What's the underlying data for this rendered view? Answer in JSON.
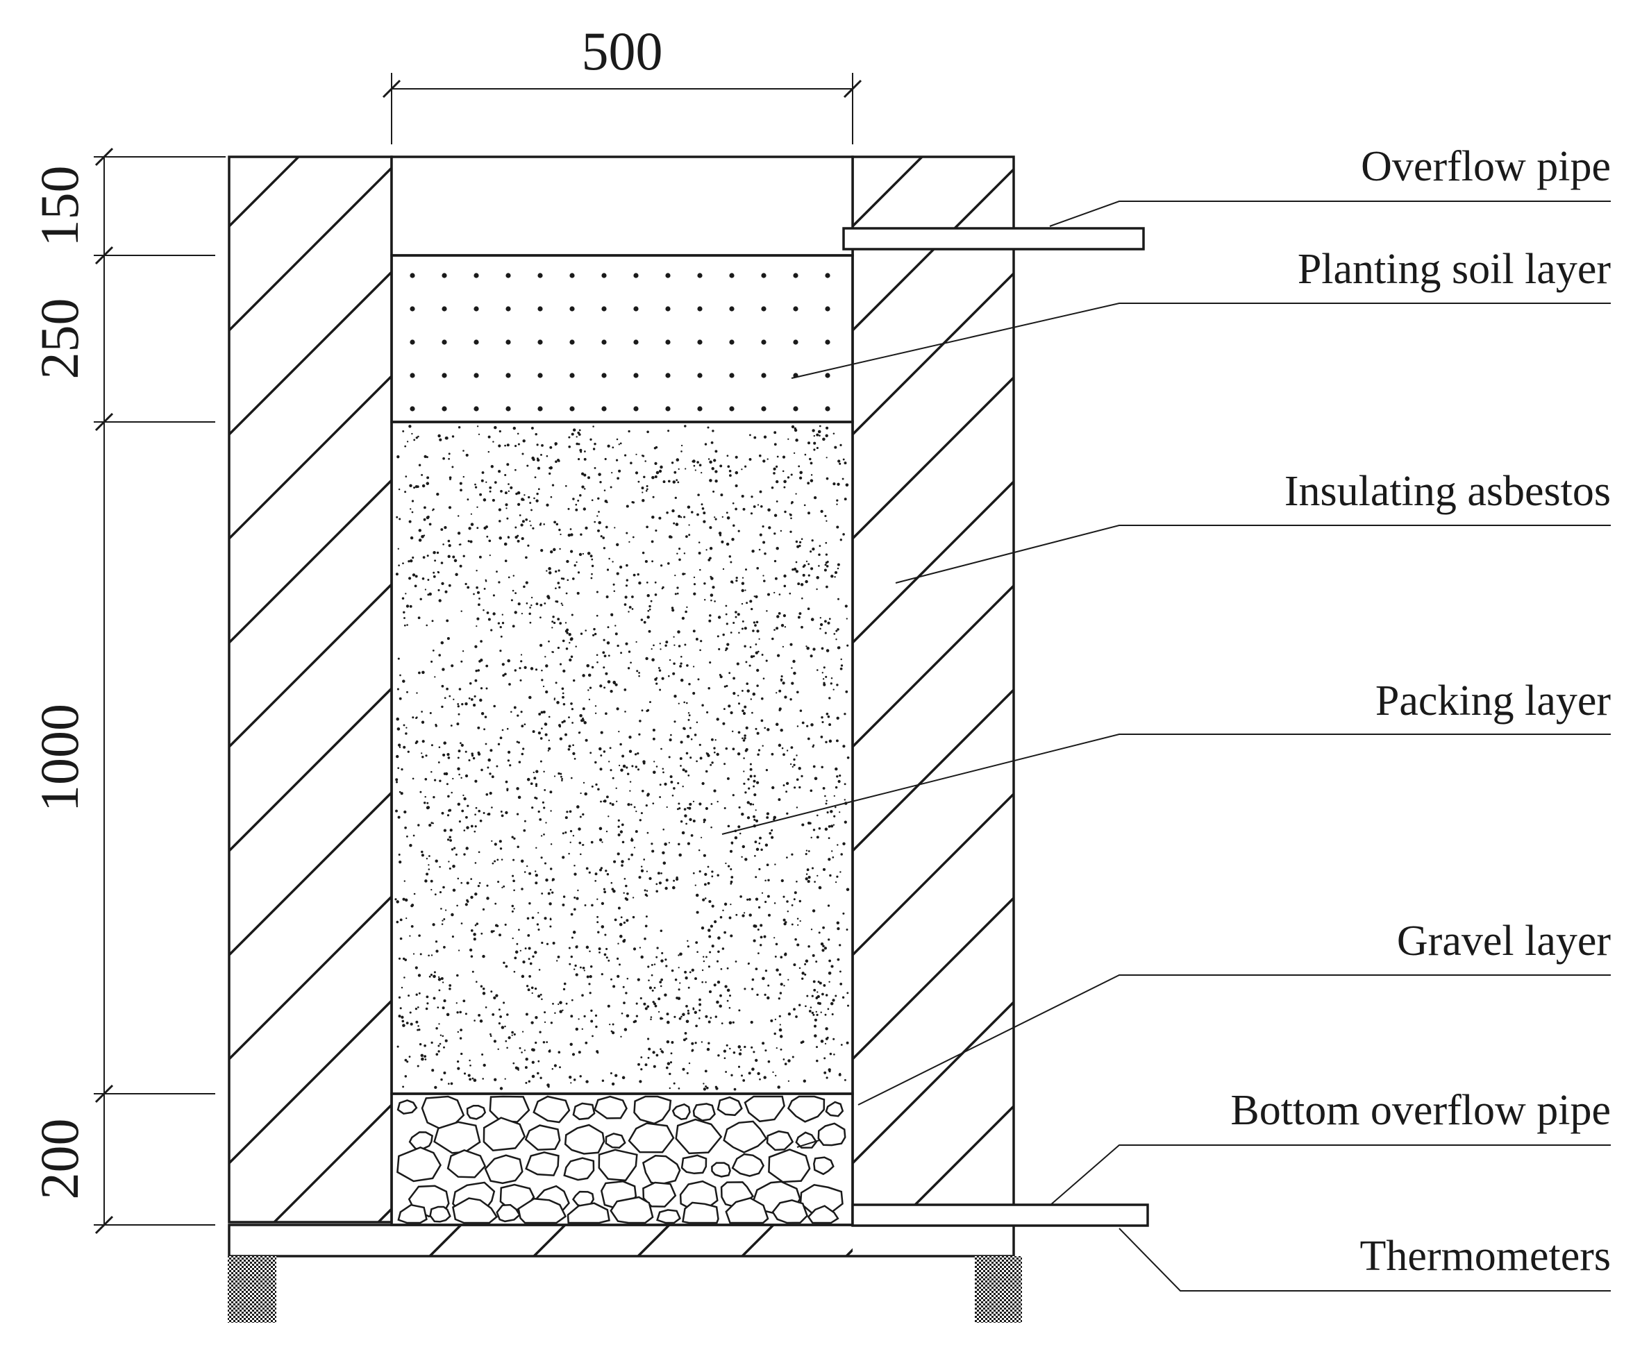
{
  "dimensions": {
    "width": "500",
    "overflow_zone": "150",
    "soil": "250",
    "packing": "1000",
    "gravel": "200"
  },
  "labels": {
    "overflow_pipe": "Overflow pipe",
    "planting_soil": "Planting soil layer",
    "insulating": "Insulating asbestos",
    "packing": "Packing layer",
    "gravel": "Gravel layer",
    "bottom_pipe": "Bottom overflow pipe",
    "thermometers": "Thermometers"
  },
  "colors": {
    "line": "#1a1a1a",
    "background": "#ffffff"
  }
}
